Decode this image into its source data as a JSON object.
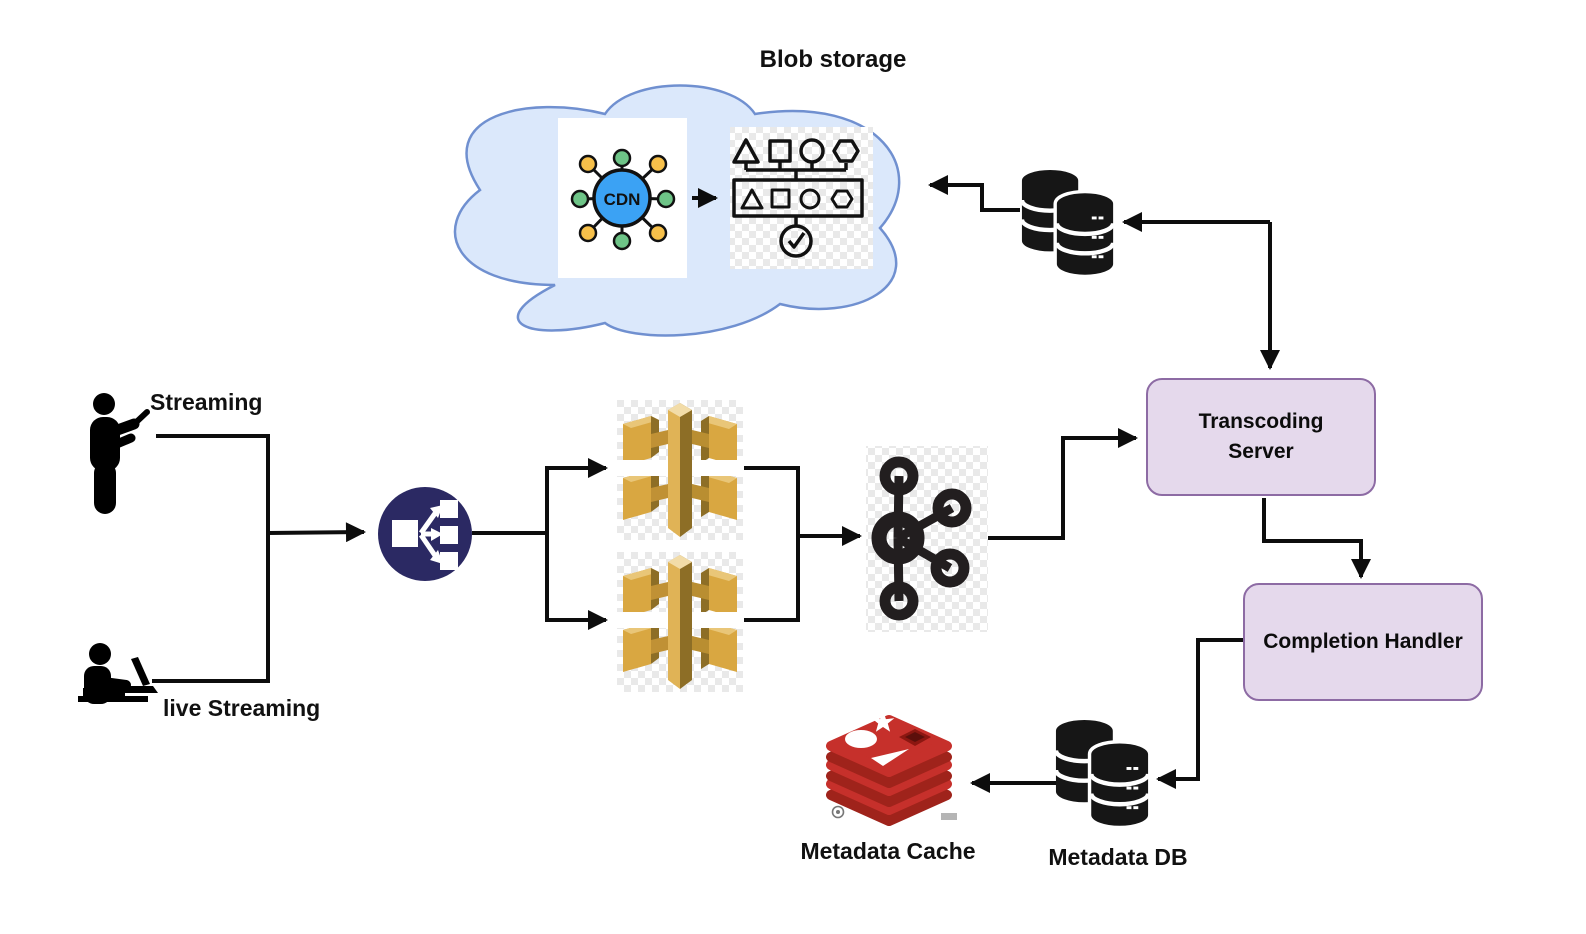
{
  "diagram_title": "Blob storage",
  "labels": {
    "blob_storage": "Blob storage",
    "cdn": "CDN",
    "streaming": "Streaming",
    "live_streaming": "live Streaming",
    "transcoding_server": "Transcoding Server",
    "completion_handler": "Completion Handler",
    "metadata_cache": "Metadata Cache",
    "metadata_db": "Metadata DB"
  },
  "icons": {
    "cloud": "blob-storage-cloud",
    "cdn": "cdn-network-icon",
    "workflow": "object-pipeline-icon",
    "blob_db": "database-stack-icon",
    "load_balancer": "load-balancer-icon",
    "media_gateway_top": "aws-gateway-icon",
    "media_gateway_bottom": "aws-gateway-icon",
    "kafka": "kafka-icon",
    "person_streaming": "person-phone-icon",
    "person_live_streaming": "person-laptop-icon",
    "metadata_db": "database-stack-icon",
    "metadata_cache": "redis-cache-icon"
  },
  "colors": {
    "cloud_fill": "#dbe8fb",
    "cloud_stroke": "#7090d0",
    "box_fill": "#e5d9ec",
    "box_stroke": "#8d6ba4",
    "arrow": "#0d0d0d",
    "load_balancer_navy": "#2b2963",
    "aws_gold": "#d9a741",
    "kafka_black": "#221e1f",
    "redis_red": "#c6302b",
    "cdn_blue": "#3ba2f4",
    "node_green": "#6ec487",
    "node_orange": "#f7c04a"
  }
}
